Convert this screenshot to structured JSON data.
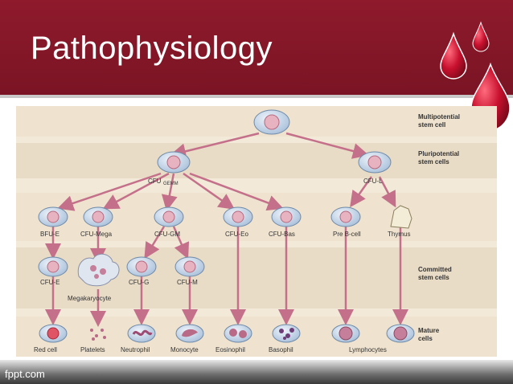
{
  "slide": {
    "title": "Pathophysiology",
    "footer": "fppt.com"
  },
  "colors": {
    "header": "#8e1a2c",
    "panel": "#f2e9d9",
    "band": "#e9dcc6",
    "arrow": "#c4708a",
    "cell_fill": "#c9d9ea",
    "cell_nucleus": "#e7b3c0",
    "drop": "#c8102e"
  },
  "diagram": {
    "row_labels": {
      "multipotential": [
        "Multipotential",
        "stem cell"
      ],
      "pluripotential": [
        "Pluripotential",
        "stem cells"
      ],
      "committed": [
        "Committed",
        "stem cells"
      ],
      "mature": [
        "Mature",
        "cells"
      ]
    },
    "labels": {
      "cfu_gemm": "CFU",
      "cfu_gemm_sub": "GEMM",
      "cfu_l": "CFU-L",
      "bfu_e": "BFU-E",
      "cfu_mega": "CFU-Mega",
      "cfu_gm": "CFU-GM",
      "cfu_eo": "CFU-Eo",
      "cfu_bas": "CFU-Bas",
      "pre_b": "Pre B-cell",
      "thymus": "Thymus",
      "cfu_e": "CFU-E",
      "cfu_g": "CFU-G",
      "cfu_m": "CFU-M",
      "megakaryocyte": "Megakaryocyte",
      "red_cell": "Red cell",
      "platelets": "Platelets",
      "neutrophil": "Neutrophil",
      "monocyte": "Monocyte",
      "eosinophil": "Eosinophil",
      "basophil": "Basophil",
      "lymphocytes": "Lymphocytes"
    }
  }
}
